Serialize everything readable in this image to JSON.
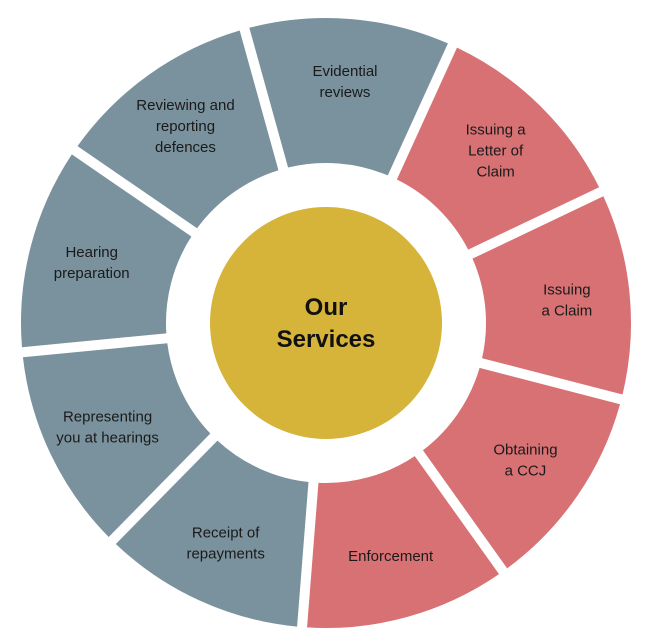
{
  "diagram": {
    "center": {
      "lines": [
        "Our",
        "Services"
      ],
      "color": "#D6B43A"
    },
    "colors": {
      "gray": "#7A929E",
      "red": "#D87174"
    },
    "segments": [
      {
        "key": "evidential-reviews",
        "lines": [
          "Evidential",
          "reviews"
        ],
        "color": "gray"
      },
      {
        "key": "issuing-letter-of-claim",
        "lines": [
          "Issuing a",
          "Letter of",
          "Claim"
        ],
        "color": "red"
      },
      {
        "key": "issuing-claim",
        "lines": [
          "Issuing",
          "a Claim"
        ],
        "color": "red"
      },
      {
        "key": "obtaining-ccj",
        "lines": [
          "Obtaining",
          "a CCJ"
        ],
        "color": "red"
      },
      {
        "key": "enforcement",
        "lines": [
          "Enforcement"
        ],
        "color": "red"
      },
      {
        "key": "receipt-of-repayments",
        "lines": [
          "Receipt of",
          "repayments"
        ],
        "color": "gray"
      },
      {
        "key": "representing-at-hearings",
        "lines": [
          "Representing",
          "you at hearings"
        ],
        "color": "gray"
      },
      {
        "key": "hearing-preparation",
        "lines": [
          "Hearing",
          "preparation"
        ],
        "color": "gray"
      },
      {
        "key": "reviewing-reporting-defences",
        "lines": [
          "Reviewing and",
          "reporting",
          "defences"
        ],
        "color": "gray"
      }
    ]
  }
}
